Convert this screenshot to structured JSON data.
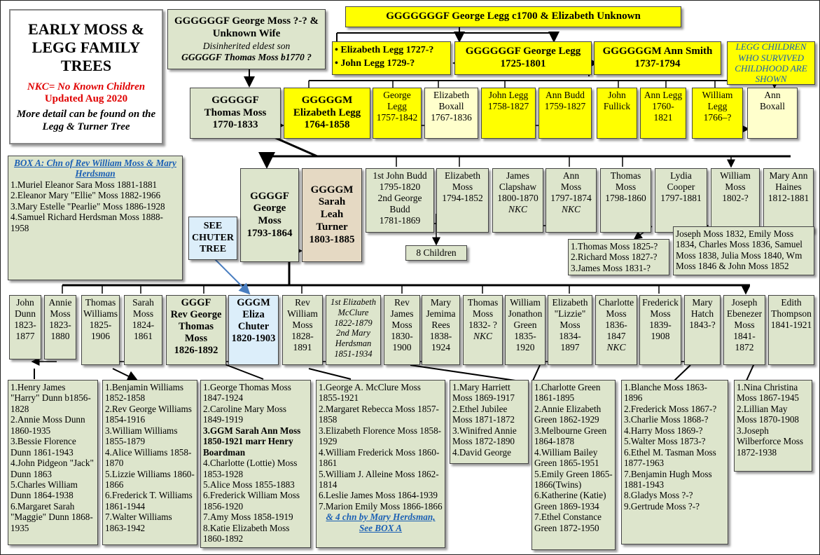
{
  "title_box": {
    "title": "EARLY MOSS & LEGG FAMILY TREES",
    "nkc": "NKC= No Known Children",
    "updated": "Updated Aug 2020",
    "more": "More detail can be found on the Legg & Turner Tree"
  },
  "legend_note": "LEGG CHILDREN WHO SURVIVED CHILDHOOD ARE SHOWN",
  "gen1": {
    "george_moss": {
      "name": "GGGGGGF George Moss ?-? & Unknown Wife",
      "note": "Disinherited eldest son",
      "son": "GGGGGF Thomas Moss b1770 ?"
    },
    "george_legg_c1700": "GGGGGGGF George Legg c1700 & Elizabeth Unknown",
    "legg_children": [
      "• Elizabeth Legg 1727-?",
      "• John Legg 1729-?"
    ],
    "george_legg": "GGGGGGF George Legg 1725-1801",
    "ann_smith": "GGGGGGM Ann Smith 1737-1794"
  },
  "gen2": [
    {
      "text": "GGGGGF\nThomas Moss\n1770-1833"
    },
    {
      "text": "GGGGGM\nElizabeth Legg\n1764-1858"
    },
    {
      "text": "George\nLegg\n1757-1842"
    },
    {
      "text": "Elizabeth\nBoxall\n1767-1836"
    },
    {
      "text": "John Legg\n1758-1827"
    },
    {
      "text": "Ann Budd\n1759-1827"
    },
    {
      "text": "John\nFullick"
    },
    {
      "text": "Ann Legg\n1760-\n1821"
    },
    {
      "text": "William\nLegg\n1766–?"
    },
    {
      "text": "Ann\nBoxall"
    }
  ],
  "box_a": {
    "title": "BOX A: Chn of  Rev William Moss & Mary Herdsman",
    "items": [
      "1.Muriel Eleanor Sara Moss 1881-1881",
      "2.Eleanor Mary \"Ellie\" Moss 1882-1966",
      "3.Mary Estelle \"Pearlie\" Moss 1886-1928",
      "4.Samuel Richard Herdsman Moss 1888-1958"
    ]
  },
  "gen3": {
    "george": "GGGGF\nGeorge\nMoss\n1793-1864",
    "sarah": "GGGGM\nSarah\nLeah\nTurner\n1803-1885",
    "budd_a": "1st John Budd\n1795-1820",
    "budd_b": "2nd George\nBudd\n1781-1869",
    "elizabeth": "Elizabeth\nMoss\n1794-1852",
    "james": "James\nClapshaw\n1800-1870",
    "james_nkc": "NKC",
    "ann": "Ann\nMoss\n1797-1874",
    "ann_nkc": "NKC",
    "thomas": "Thomas\nMoss\n1798-1860",
    "lydia": "Lydia\nCooper\n1797-1881",
    "william": "William\nMoss\n1802-?",
    "maryann": "Mary Ann\nHaines\n1812-1881",
    "eight_children": "8  Children",
    "chuter_tree": "SEE\nCHUTER\nTREE",
    "thomas_children": [
      "1.Thomas  Moss 1825-?",
      "2.Richard Moss 1827-?",
      "3.James  Moss 1831-?"
    ],
    "william_children": "Joseph Moss 1832, Emily Moss 1834, Charles Moss 1836, Samuel Moss 1838, Julia Moss 1840, Wm Moss 1846 & John Moss 1852"
  },
  "gen4": [
    {
      "text": "John\nDunn\n1823-\n1877"
    },
    {
      "text": "Annie\nMoss\n1823-\n1880"
    },
    {
      "text": "Thomas\nWilliams\n1825-\n1906"
    },
    {
      "text": "Sarah\nMoss\n1824-\n1861"
    },
    {
      "text": "GGGF\nRev George\nThomas\nMoss\n1826-1892"
    },
    {
      "text": "GGGM\nEliza\nChuter\n1820-1903"
    },
    {
      "text": "Rev\nWilliam\nMoss\n1828-\n1891"
    },
    {
      "text": "1st Elizabeth\nMcClure\n1822-1879\n2nd Mary\nHerdsman\n1851-1934"
    },
    {
      "text": "Rev\nJames\nMoss\n1830-\n1900"
    },
    {
      "text": "Mary\nJemima\nRees\n1838-\n1924"
    },
    {
      "text": "Thomas\nMoss\n1832- ?",
      "nkc": "NKC"
    },
    {
      "text": "William\nJonathon\nGreen\n1835-\n1920"
    },
    {
      "text": "Elizabeth\n\"Lizzie\"\nMoss\n1834-\n1897"
    },
    {
      "text": "Charlotte\nMoss\n1836-\n1847",
      "nkc": "NKC"
    },
    {
      "text": "Frederick\nMoss\n1839-\n1908"
    },
    {
      "text": "Mary\nHatch\n1843-?"
    },
    {
      "text": "Joseph\nEbenezer\nMoss\n1841-\n1872"
    },
    {
      "text": "Edith\nThompson\n1841-1921"
    }
  ],
  "gen5": {
    "dunn": [
      "1.Henry James \"Harry\" Dunn b1856-1828",
      "2.Annie Moss Dunn 1860-1935",
      "3.Bessie Florence Dunn 1861-1943",
      "4.John Pidgeon \"Jack\" Dunn 1863",
      "5.Charles William Dunn 1864-1938",
      "6.Margaret Sarah \"Maggie\" Dunn 1868-1935"
    ],
    "williams": [
      "1.Benjamin Williams 1852-1858",
      "2.Rev George Williams 1854-1916",
      "3.William Williams 1855-1879",
      "4.Alice Williams 1858-1870",
      "5.Lizzie Williams 1860-1866",
      "6.Frederick T. Williams 1861-1944",
      "7.Walter Williams 1863-1942"
    ],
    "george_thomas": [
      "1.George Thomas  Moss 1847-1924",
      "2.Caroline Mary Moss 1849-1919",
      "3.GGM Sarah Ann Moss 1850-1921 marr Henry Boardman",
      "4.Charlotte (Lottie) Moss 1853-1928",
      "5.Alice Moss 1855-1883",
      "6.Frederick William Moss 1856-1920",
      "7.Amy Moss 1858-1919",
      "8.Katie Elizabeth Moss 1860-1892"
    ],
    "william": [
      "1.George A. McClure Moss 1855-1921",
      "2.Margaret Rebecca Moss 1857-1858",
      "3.Elizabeth Florence Moss 1858-1929",
      "4.William Frederick Moss 1860-1861",
      "5.William J. Alleine Moss 1862-1814",
      "6.Leslie James Moss 1864-1939",
      "7.Marion Emily Moss 1866-1866"
    ],
    "william_note": "& 4 chn by Mary Herdsman, See BOX  A",
    "james": [
      "1.Mary Harriett Moss 1869-1917",
      "2.Ethel Jubilee Moss 1871-1872",
      "3.Winifred Annie Moss 1872-1890",
      "4.David George"
    ],
    "green": [
      "1.Charlotte Green 1861-1895",
      "2.Annie Elizabeth Green 1862-1929",
      "3.Melbourne Green 1864-1878",
      "4.William Bailey Green 1865-1951",
      "5.Emily Green 1865-1866(Twins)",
      "6.Katherine (Katie) Green 1869-1934",
      "7.Ethel Constance Green 1872-1950"
    ],
    "frederick": [
      "1.Blanche Moss 1863-1896",
      "2.Frederick Moss 1867-?",
      "3.Charlie Moss 1868-?",
      "4.Harry Moss 1869-?",
      "5.Walter Moss 1873-?",
      "6.Ethel M. Tasman Moss 1877-1963",
      "7.Benjamin Hugh Moss 1881-1943",
      "8.Gladys Moss ?-?",
      "9.Gertrude Moss ?-?"
    ],
    "joseph": [
      "1.Nina Christina Moss 1867-1945",
      "2.Lillian May Moss 1870-1908",
      "3.Joseph Wilberforce Moss 1872-1938"
    ]
  }
}
